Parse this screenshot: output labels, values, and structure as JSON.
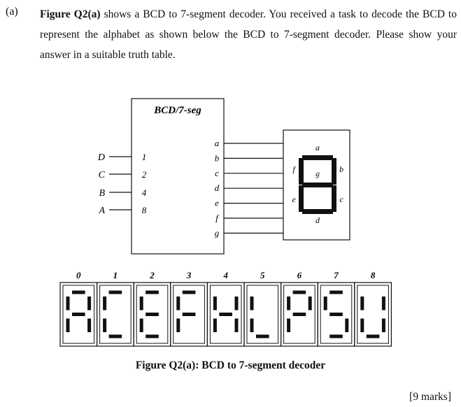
{
  "question": {
    "label": "(a)",
    "figure_ref": "Figure Q2(a)",
    "text": " shows a BCD to 7-segment decoder. You received a task to decode the BCD to represent the alphabet as shown below the BCD to 7-segment decoder. Please show your answer in a suitable truth table."
  },
  "decoder": {
    "title": "BCD/7-seg",
    "inputs": [
      {
        "name": "D",
        "weight": "1"
      },
      {
        "name": "C",
        "weight": "2"
      },
      {
        "name": "B",
        "weight": "4"
      },
      {
        "name": "A",
        "weight": "8"
      }
    ],
    "outputs": [
      "a",
      "b",
      "c",
      "d",
      "e",
      "f",
      "g"
    ]
  },
  "display": {
    "segment_labels": {
      "a": "a",
      "b": "b",
      "c": "c",
      "d": "d",
      "e": "e",
      "f": "f",
      "g": "g"
    }
  },
  "alphabet": [
    {
      "index": "0",
      "segments": [
        "a",
        "b",
        "c",
        "e",
        "f",
        "g"
      ]
    },
    {
      "index": "1",
      "segments": [
        "a",
        "d",
        "e",
        "f"
      ]
    },
    {
      "index": "2",
      "segments": [
        "a",
        "d",
        "e",
        "f",
        "g"
      ]
    },
    {
      "index": "3",
      "segments": [
        "a",
        "e",
        "f",
        "g"
      ]
    },
    {
      "index": "4",
      "segments": [
        "b",
        "c",
        "e",
        "f",
        "g"
      ]
    },
    {
      "index": "5",
      "segments": [
        "d",
        "e",
        "f"
      ]
    },
    {
      "index": "6",
      "segments": [
        "a",
        "b",
        "e",
        "f",
        "g"
      ]
    },
    {
      "index": "7",
      "segments": [
        "a",
        "c",
        "d",
        "f",
        "g"
      ]
    },
    {
      "index": "8",
      "segments": [
        "b",
        "c",
        "d",
        "e",
        "f"
      ]
    }
  ],
  "caption": "Figure Q2(a): BCD to 7-segment decoder",
  "marks": "[9 marks]"
}
